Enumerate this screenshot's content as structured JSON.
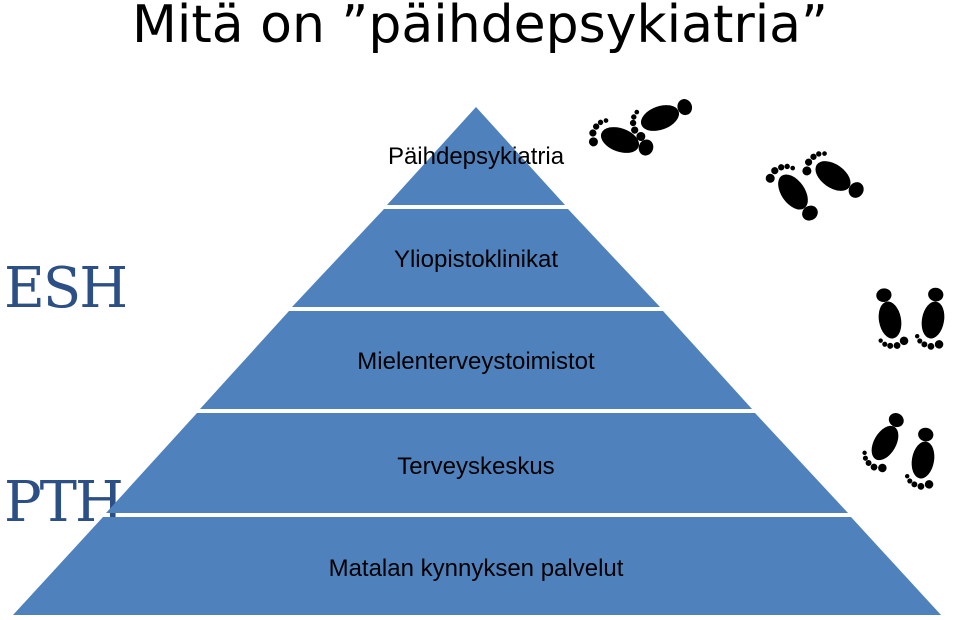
{
  "title": "Mitä on ”päihdepsykiatria”",
  "side_labels": {
    "top": "ESH",
    "bottom": "PTH"
  },
  "pyramid": {
    "fill": "#4f81bd",
    "levels": [
      "Päihdepsykiatria",
      "Yliopistoklinikat",
      "Mielenterveystoimistot",
      "Terveyskeskus",
      "Matalan kynnyksen palvelut"
    ]
  },
  "decorations": [
    "footprints-icon",
    "footprints-icon",
    "footprints-icon",
    "footprints-icon"
  ]
}
